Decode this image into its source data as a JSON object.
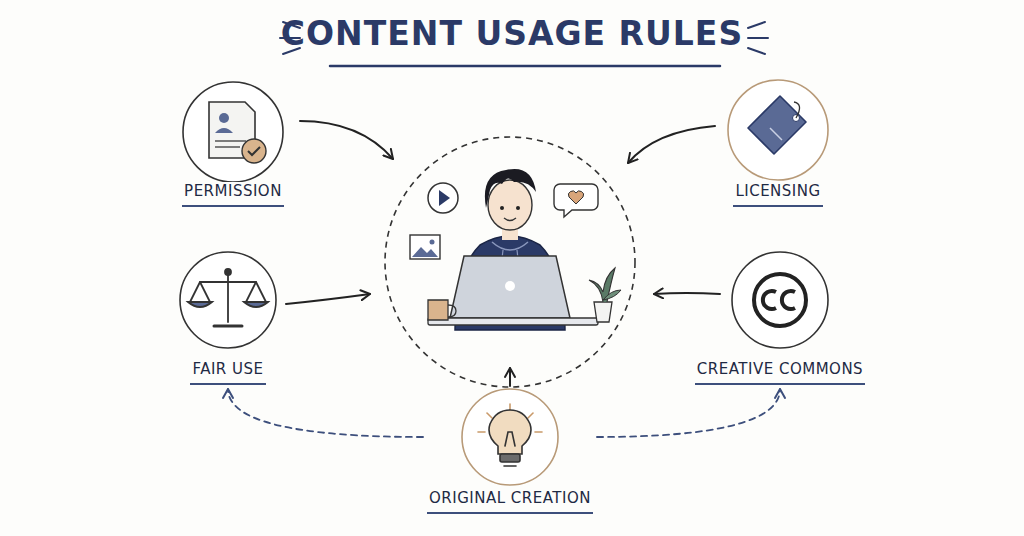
{
  "diagram": {
    "title": "CONTENT USAGE RULES",
    "nodes": [
      {
        "text": [
          "PERMISSION"
        ]
      },
      {
        "text": [
          "LICENSING"
        ]
      },
      {
        "text": [
          "FAIR USE"
        ]
      },
      {
        "text": [
          "CREATIVE COMMONS"
        ]
      },
      {
        "text": [
          "ORIGINAL CREATION"
        ]
      }
    ],
    "edges": [
      {
        "from": 4,
        "to": 2,
        "arrow": "to"
      },
      {
        "from": 4,
        "to": 3,
        "arrow": "to"
      }
    ]
  }
}
